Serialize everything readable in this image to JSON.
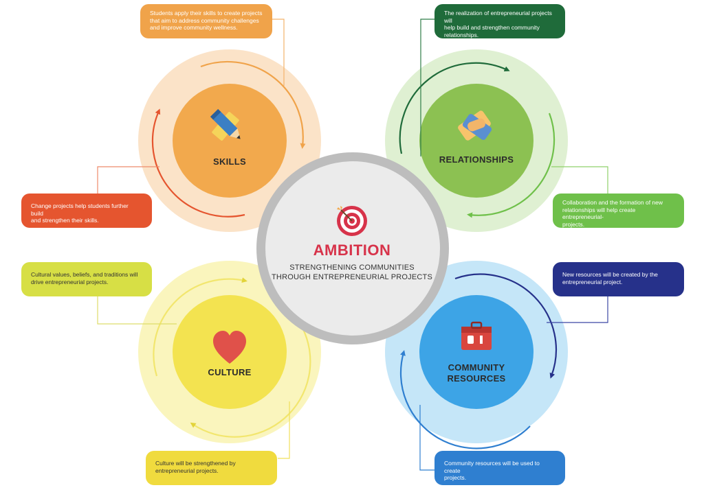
{
  "center": {
    "title": "AMBITION",
    "subtitle_line1": "STRENGTHENING COMMUNITIES",
    "subtitle_line2": "THROUGH ENTREPRENEURIAL PROJECTS",
    "icon": "target-icon"
  },
  "nodes": {
    "skills": {
      "label": "SKILLS",
      "icon": "pencil-ruler-icon"
    },
    "relationships": {
      "label": "RELATIONSHIPS",
      "icon": "handshake-icon"
    },
    "culture": {
      "label": "CULTURE",
      "icon": "heart-icon"
    },
    "resources": {
      "label_line1": "COMMUNITY",
      "label_line2": "RESOURCES",
      "icon": "toolbox-icon"
    }
  },
  "notes": {
    "skills_top": {
      "line1": "Students apply their skills to create projects",
      "line2": "that aim to address community challenges",
      "line3": "and improve community wellness."
    },
    "skills_left": {
      "line1": "Change projects help students further build",
      "line2": "and strengthen their skills."
    },
    "relationships_top": {
      "line1": "The realization of entrepreneurial projects will",
      "line2": "help build and strengthen community",
      "line3": "relationships."
    },
    "relationships_right": {
      "line1": "Collaboration and the formation of new",
      "line2": "relationships will help create entrepreneurial-",
      "line3": "projects."
    },
    "culture_left": {
      "line1": "Cultural values, beliefs, and traditions will",
      "line2": "drive entrepreneurial projects."
    },
    "culture_bottom": {
      "line1": "Culture will be strengthened by",
      "line2": "entrepreneurial projects."
    },
    "resources_right": {
      "line1": "New resources will be created by the",
      "line2": "entrepreneurial project."
    },
    "resources_bottom": {
      "line1": "Community resources will be used to create",
      "line2": "projects."
    }
  },
  "colors": {
    "skills": "#f2a94d",
    "skills_halo": "#fbe3c8",
    "relationships": "#8cc152",
    "relationships_halo": "#dff0d2",
    "culture": "#f3e350",
    "culture_halo": "#faf5bd",
    "resources": "#3da4e6",
    "resources_halo": "#c5e6f8",
    "center_ring": "#bdbdbd",
    "center_fill": "#ebebeb",
    "accent": "#d7334a"
  }
}
